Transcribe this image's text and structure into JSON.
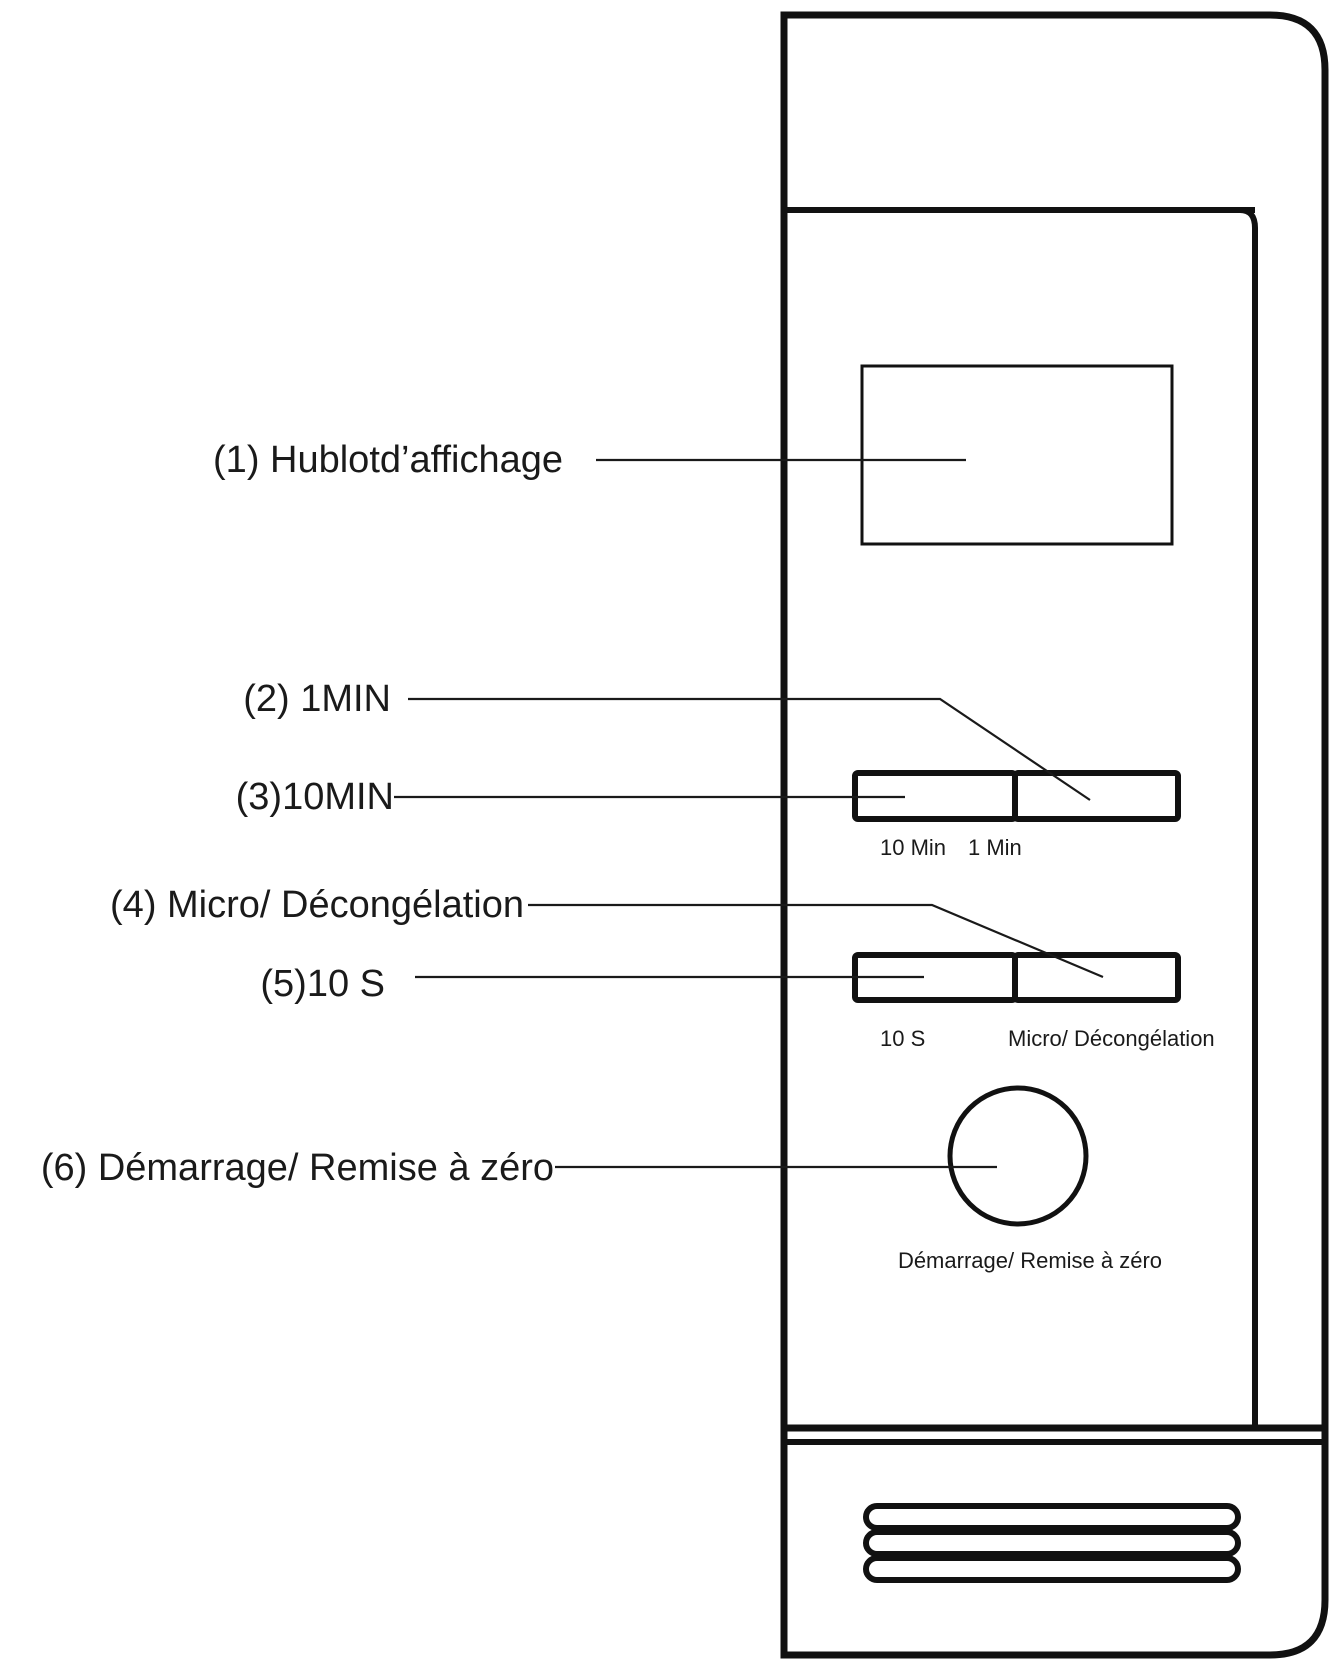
{
  "callouts": {
    "display_window": "(1) Hublotd’affichage",
    "one_min": "(2) 1MIN",
    "ten_min": "(3)10MIN",
    "micro_defrost": "(4) Micro/ Décongélation",
    "ten_sec": "(5)10 S",
    "start_reset": "(6) Démarrage/ Remise à zéro"
  },
  "panel_labels": {
    "ten_min": "10 Min",
    "one_min": "1 Min",
    "ten_sec": "10 S",
    "micro_defrost": "Micro/ Décongélation",
    "start_reset": "Démarrage/ Remise à zéro"
  },
  "colors": {
    "ink": "#111111",
    "background": "#ffffff"
  }
}
